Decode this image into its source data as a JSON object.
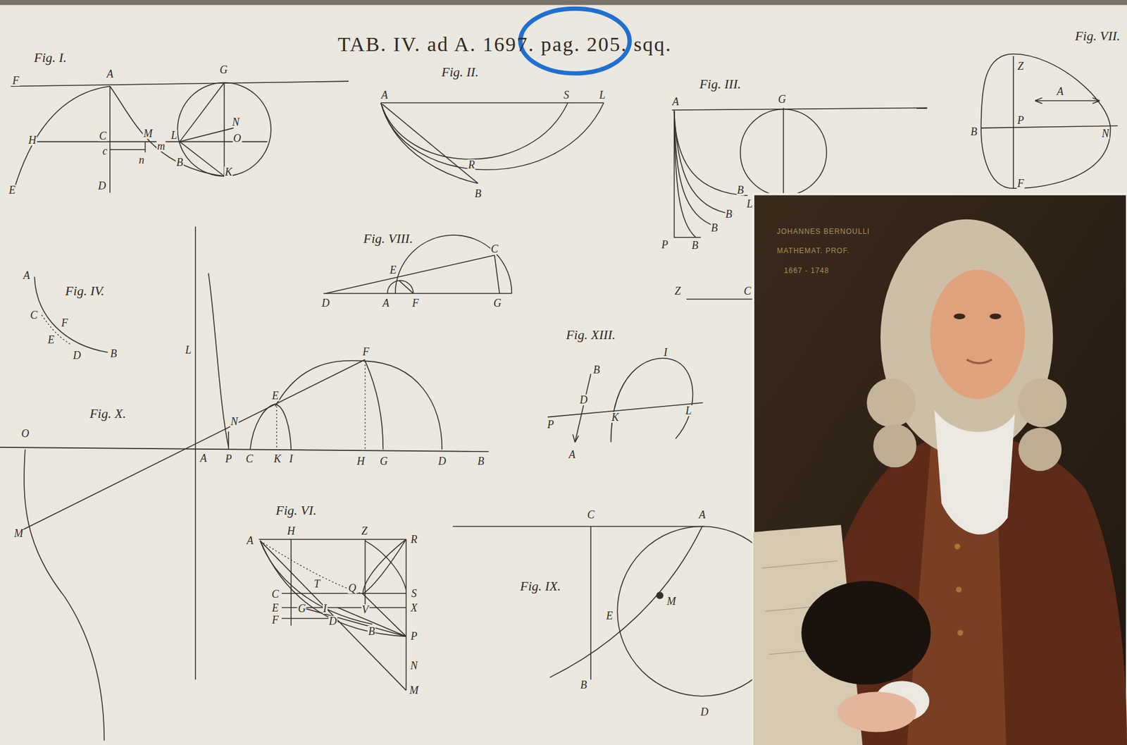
{
  "diagram": {
    "title": "TAB. IV. ad A. 1697. pag. 205. sqq.",
    "labels": [
      "Fig. I.",
      "F",
      "A",
      "G",
      "H",
      "C",
      "M",
      "L",
      "N",
      "O",
      "c",
      "n",
      "m",
      "B",
      "K",
      "E",
      "D",
      "Fig. II.",
      "A",
      "S",
      "L",
      "R",
      "B",
      "Fig. III.",
      "A",
      "G",
      "L",
      "B",
      "B",
      "B",
      "B",
      "P",
      "Fig. VII.",
      "Z",
      "A",
      "B",
      "P",
      "N",
      "F",
      "Fig. VIII.",
      "C",
      "E",
      "D",
      "A",
      "F",
      "G",
      "A",
      "Fig. IV.",
      "C",
      "F",
      "E",
      "D",
      "B",
      "Fig. X.",
      "L",
      "O",
      "A",
      "N",
      "P",
      "E",
      "F",
      "C",
      "K",
      "I",
      "H",
      "G",
      "D",
      "B",
      "M",
      "Fig. XIII.",
      "B",
      "I",
      "D",
      "P",
      "K",
      "L",
      "A",
      "Z",
      "C",
      "Fig. VI.",
      "A",
      "H",
      "Z",
      "R",
      "T",
      "Q",
      "S",
      "C",
      "E",
      "G",
      "I",
      "V",
      "X",
      "F",
      "D",
      "B",
      "P",
      "N",
      "M",
      "C",
      "A",
      "Fig. IX.",
      "M",
      "E",
      "B",
      "D",
      "JOHANNES BERNOULLI",
      "MATHEMAT. PROF.",
      "1667 - 1748"
    ]
  }
}
